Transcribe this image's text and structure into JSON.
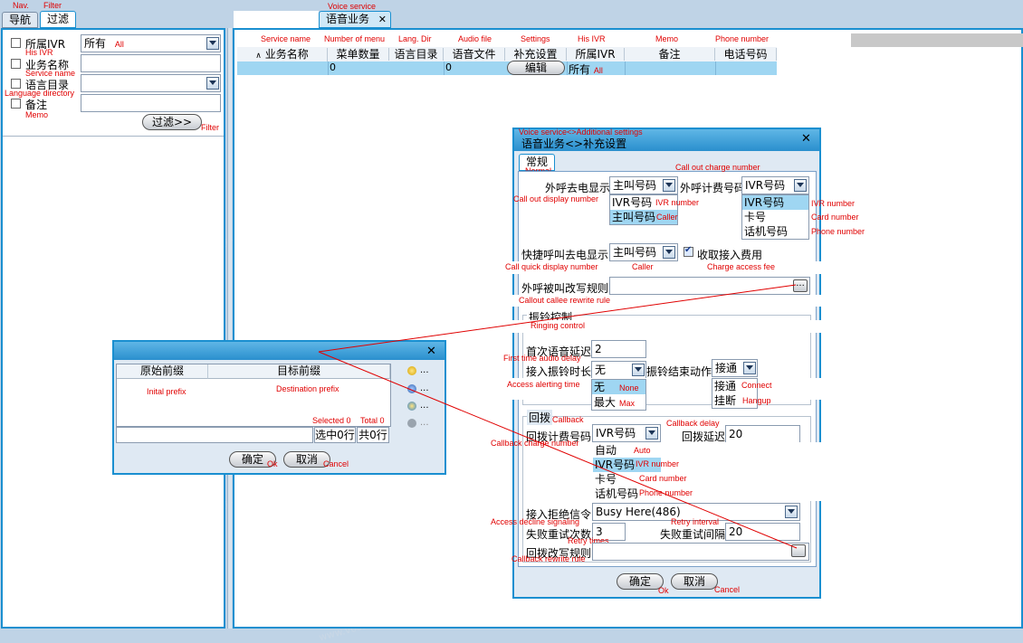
{
  "nav_tabs": [
    {
      "label": "导航",
      "en": "Nav."
    },
    {
      "label": "过滤",
      "en": "Filter"
    }
  ],
  "filter": {
    "ivr_label": "所属IVR",
    "ivr_en": "His IVR",
    "ivr_value": "所有",
    "ivr_value_en": "All",
    "name_label": "业务名称",
    "name_en": "Service name",
    "lang_label": "语言目录",
    "lang_en": "Language directory",
    "memo_label": "备注",
    "memo_en": "Memo",
    "filter_button": "过滤>>",
    "filter_button_en": "Filter"
  },
  "doc_tab": {
    "label": "语音业务",
    "en": "Voice service"
  },
  "grid": {
    "columns": [
      {
        "label": "业务名称",
        "en": "Service name"
      },
      {
        "label": "菜单数量",
        "en": "Number of menu"
      },
      {
        "label": "语言目录",
        "en": "Lang. Dir"
      },
      {
        "label": "语音文件",
        "en": "Audio file"
      },
      {
        "label": "补充设置",
        "en": "Settings"
      },
      {
        "label": "所属IVR",
        "en": "His IVR"
      },
      {
        "label": "备注",
        "en": "Memo"
      },
      {
        "label": "电话号码",
        "en": "Phone number"
      }
    ],
    "row": {
      "menu_count": "0",
      "audio": "0",
      "edit_button": "编辑",
      "ivr": "所有",
      "ivr_en": "All"
    }
  },
  "dialog": {
    "title": "语音业务<>补充设置",
    "title_en": "Voice service<>Additional settings",
    "tab": "常规",
    "tab_en": "Normal",
    "callout_display_label": "外呼去电显示",
    "callout_display_en": "Call out display number",
    "callout_display_value": "主叫号码",
    "callout_display_options": [
      {
        "label": "IVR号码",
        "en": "IVR number"
      },
      {
        "label": "主叫号码",
        "en": "Caller"
      }
    ],
    "callout_charge_label": "外呼计费号码",
    "callout_charge_en": "Call out charge number",
    "callout_charge_value": "IVR号码",
    "callout_charge_options": [
      {
        "label": "IVR号码",
        "en": "IVR number"
      },
      {
        "label": "卡号",
        "en": "Card number"
      },
      {
        "label": "话机号码",
        "en": "Phone number"
      }
    ],
    "quick_display_label": "快捷呼叫去电显示",
    "quick_display_en": "Call quick display number",
    "quick_display_value": "主叫号码",
    "quick_display_value_en": "Caller",
    "charge_access_label": "收取接入费用",
    "charge_access_en": "Charge access fee",
    "callee_rewrite_label": "外呼被叫改写规则",
    "callee_rewrite_en": "Callout callee rewrite rule",
    "ringing_legend": "振铃控制",
    "ringing_en": "Ringing control",
    "first_delay_label": "首次语音延迟",
    "first_delay_en": "First time audio delay",
    "first_delay_value": "2",
    "alert_time_label": "接入振铃时长",
    "alert_time_en": "Access alerting time",
    "alert_time_value": "无",
    "alert_options": [
      {
        "label": "无",
        "en": "None"
      },
      {
        "label": "最大",
        "en": "Max"
      }
    ],
    "ring_end_label": "振铃结束动作",
    "ring_end_value": "接通",
    "ring_end_options": [
      {
        "label": "接通",
        "en": "Connect"
      },
      {
        "label": "挂断",
        "en": "Hangup"
      }
    ],
    "callback_legend": "回拨",
    "callback_en": "Callback",
    "callback_charge_label": "回拨计费号码",
    "callback_charge_en": "Callback charge number",
    "callback_charge_value": "IVR号码",
    "callback_delay_label": "回拨延迟",
    "callback_delay_en": "Callback delay",
    "callback_delay_value": "20",
    "callback_options": [
      {
        "label": "自动",
        "en": "Auto"
      },
      {
        "label": "IVR号码",
        "en": "IVR number"
      },
      {
        "label": "卡号",
        "en": "Card number"
      },
      {
        "label": "话机号码",
        "en": "Phone number"
      }
    ],
    "decline_label": "接入拒绝信令",
    "decline_en": "Access decline signaling",
    "decline_value": "Busy Here(486)",
    "retry_times_label": "失败重试次数",
    "retry_times_en": "Retry times",
    "retry_times_value": "3",
    "retry_interval_label": "失败重试间隔",
    "retry_interval_en": "Retry interval",
    "retry_interval_value": "20",
    "callback_rewrite_label": "回拨改写规则",
    "callback_rewrite_en": "Callback rewrite rule",
    "ok": "确定",
    "ok_en": "Ok",
    "cancel": "取消",
    "cancel_en": "Cancel"
  },
  "small_dialog": {
    "col1": "原始前缀",
    "col1_en": "Inital prefix",
    "col2": "目标前缀",
    "col2_en": "Destination prefix",
    "selected_en": "Selected 0",
    "total_en": "Total 0",
    "selected_box": "选中0行",
    "total_box": "共0行",
    "ok": "确定",
    "ok_en": "Ok",
    "cancel": "取消",
    "cancel_en": "Cancel"
  },
  "watermark": "www.vos3000hosting.com",
  "colors": {
    "accent": "#1a8fd0",
    "highlight": "#9fd6f2",
    "annotation": "#e00000"
  }
}
